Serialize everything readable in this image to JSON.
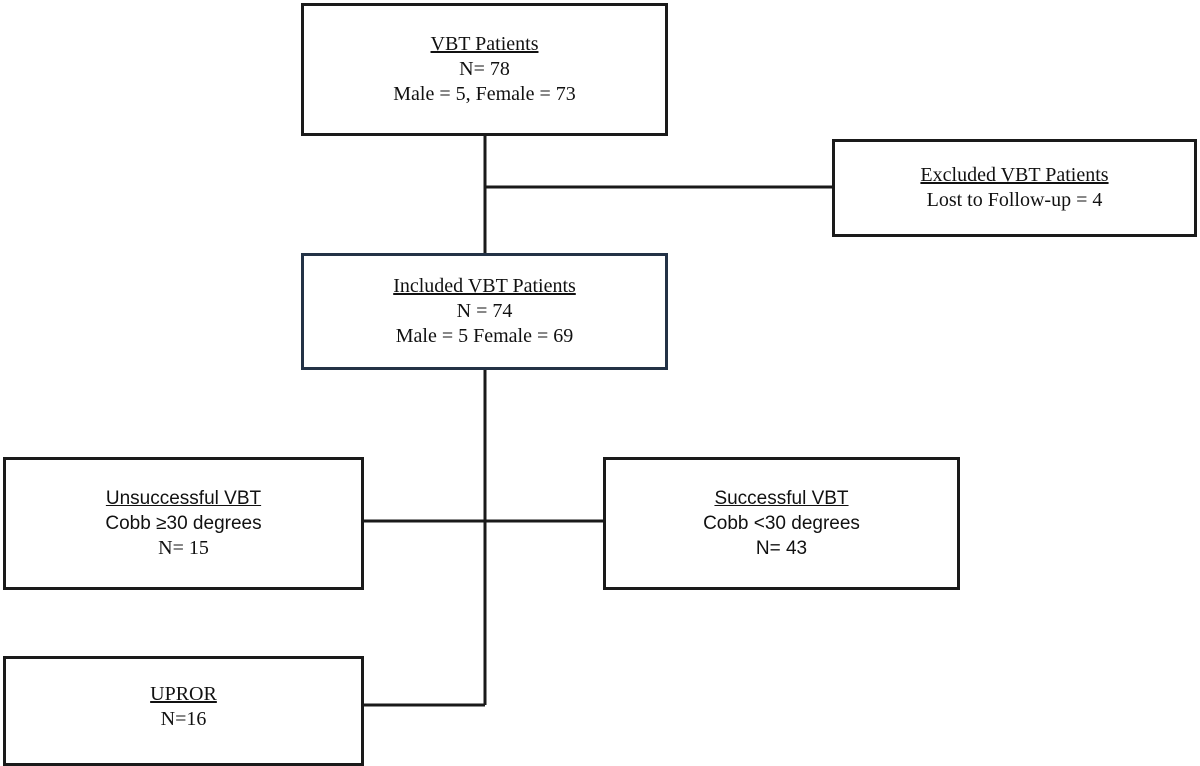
{
  "boxes": {
    "vbt_patients": {
      "title": "VBT Patients",
      "line1": "N= 78",
      "line2": "Male = 5, Female = 73"
    },
    "excluded": {
      "title": "Excluded VBT Patients",
      "line1": "Lost to Follow-up = 4"
    },
    "included": {
      "title": "Included VBT Patients",
      "line1": "N = 74",
      "line2": "Male = 5 Female = 69"
    },
    "unsuccessful": {
      "title": "Unsuccessful VBT",
      "line1": "Cobb ≥30 degrees",
      "line2": "N= 15"
    },
    "successful": {
      "title": "Successful VBT",
      "line1": "Cobb <30 degrees",
      "line2": "N= 43"
    },
    "upror": {
      "title": "UPROR",
      "line1": "N=16"
    }
  },
  "colors": {
    "line": "#1a1a1a",
    "box_border_accent": "#233246"
  }
}
